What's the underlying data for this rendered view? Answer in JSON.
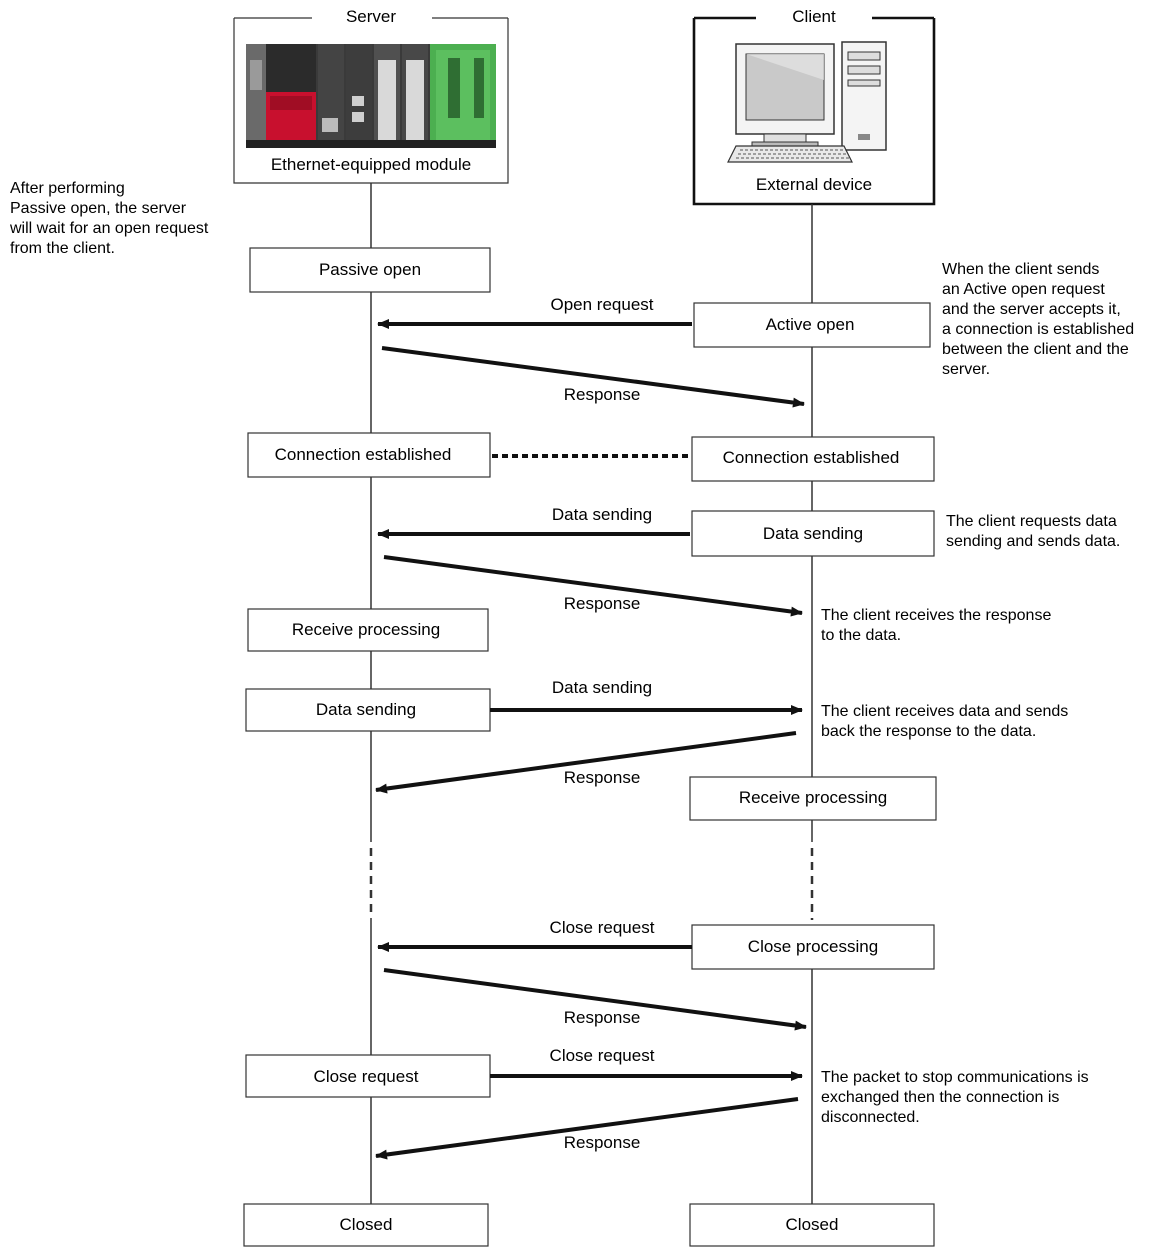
{
  "server": {
    "header": "Server",
    "device_label": "Ethernet-equipped module",
    "colors": {
      "red_module": "#c8102e",
      "green_board": "#4caf50"
    }
  },
  "client": {
    "header": "Client",
    "device_label": "External device"
  },
  "server_boxes": {
    "passive_open": "Passive open",
    "connection_established": "Connection established",
    "receive_processing": "Receive processing",
    "data_sending": "Data sending",
    "close_request": "Close request",
    "closed": "Closed"
  },
  "client_boxes": {
    "active_open": "Active open",
    "connection_established": "Connection established",
    "data_sending": "Data sending",
    "receive_processing": "Receive processing",
    "close_processing": "Close processing",
    "closed": "Closed"
  },
  "messages": {
    "open_request": "Open request",
    "response_1": "Response",
    "data_sending_1": "Data sending",
    "response_2": "Response",
    "data_sending_2": "Data sending",
    "response_3": "Response",
    "close_request_1": "Close request",
    "response_4": "Response",
    "close_request_2": "Close request",
    "response_5": "Response"
  },
  "notes": {
    "server_wait": [
      "After performing",
      "Passive open, the server",
      "will wait for an open request",
      "from the client."
    ],
    "connection": [
      "When the client sends",
      "an Active open request",
      "and the server accepts it,",
      "a connection is established",
      "between the client and the",
      "server."
    ],
    "client_send": [
      "The client requests data",
      "sending and sends data."
    ],
    "client_receive_response": [
      "The client receives the response",
      "to the data."
    ],
    "client_receive_data": [
      "The client receives data and sends",
      "back the response to the data."
    ],
    "disconnect": [
      "The packet to stop communications is",
      "exchanged then the connection is",
      "disconnected."
    ]
  }
}
